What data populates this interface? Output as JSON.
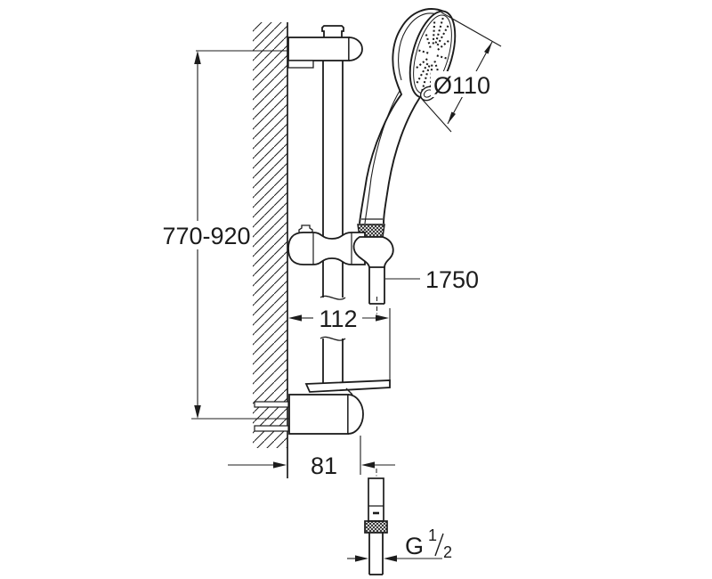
{
  "drawing": {
    "kind": "technical-dimension-drawing",
    "labels": {
      "height_range": "770-920",
      "head_diameter": "Ø110",
      "hose_length": "1750",
      "horizontal_offset": "112",
      "projection": "81",
      "thread_letter": "G",
      "thread_numerator": "1",
      "thread_denominator": "2"
    },
    "colors": {
      "line": "#1c1c1c",
      "background": "#ffffff"
    }
  }
}
